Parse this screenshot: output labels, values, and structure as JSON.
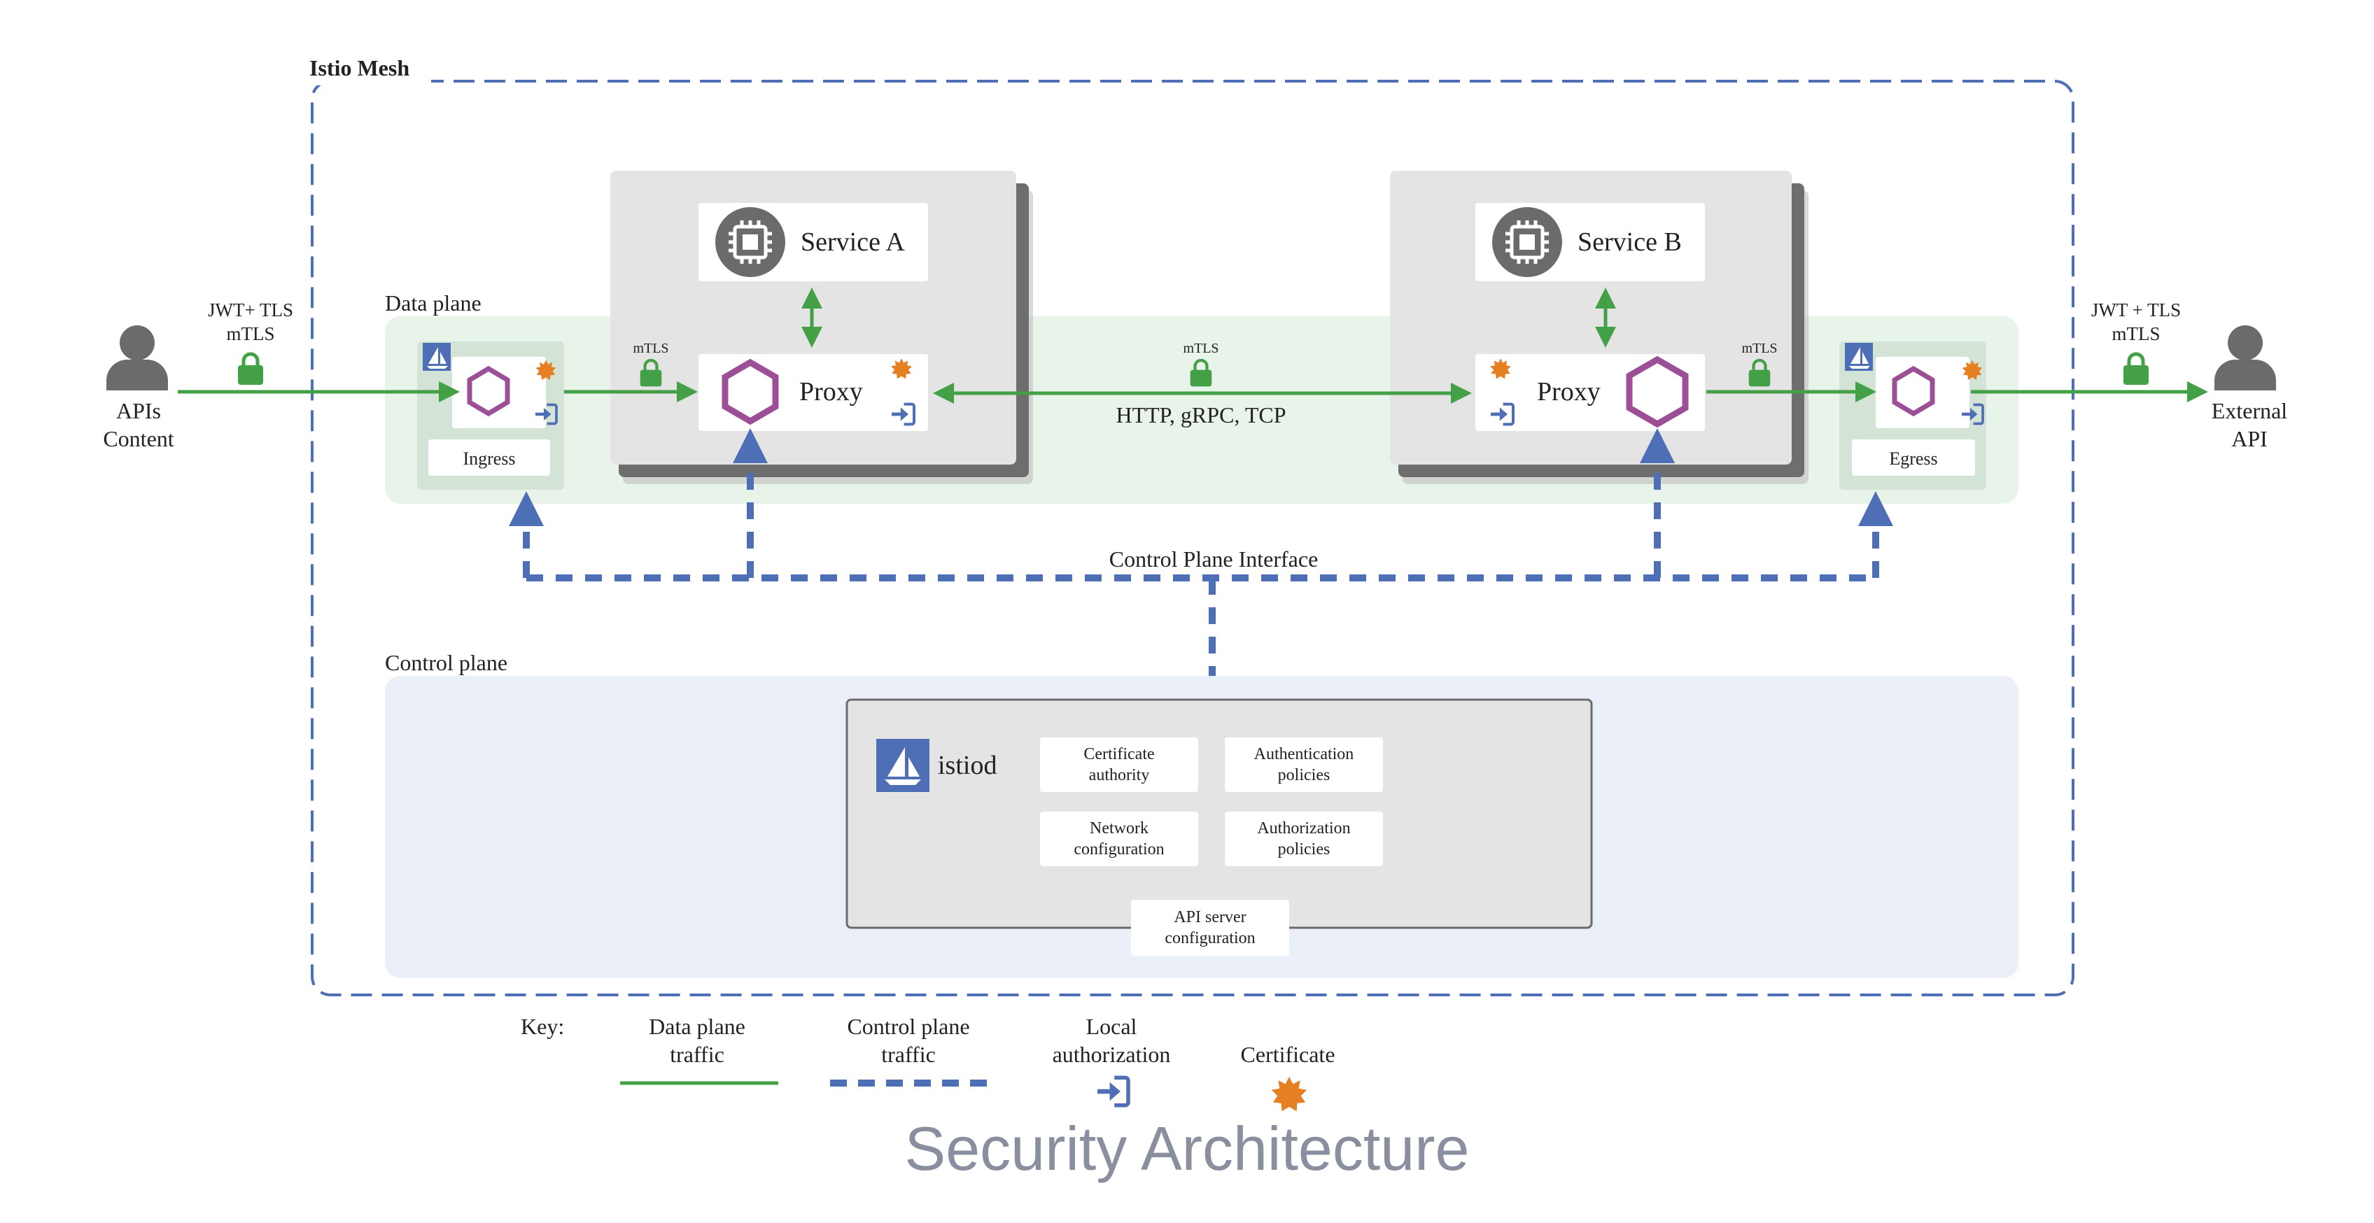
{
  "mesh": {
    "title": "Istio Mesh"
  },
  "data_plane": {
    "label": "Data plane"
  },
  "control_plane": {
    "label": "Control plane"
  },
  "control_plane_interface": {
    "label": "Control Plane Interface"
  },
  "clients": {
    "left": {
      "line1": "APIs",
      "line2": "Content",
      "sec_line1": "JWT+ TLS",
      "sec_line2": "mTLS"
    },
    "right": {
      "line1": "External",
      "line2": "API",
      "sec_line1": "JWT + TLS",
      "sec_line2": "mTLS"
    }
  },
  "services": {
    "a": {
      "label": "Service A"
    },
    "b": {
      "label": "Service B"
    }
  },
  "gateways": {
    "ingress": {
      "label": "Ingress"
    },
    "egress": {
      "label": "Egress"
    }
  },
  "proxies": {
    "a": {
      "label": "Proxy"
    },
    "b": {
      "label": "Proxy"
    }
  },
  "links": {
    "ingress_mtls": "mTLS",
    "mesh_mtls": "mTLS",
    "egress_mtls": "mTLS",
    "protocols": "HTTP, gRPC, TCP"
  },
  "istiod": {
    "label": "istiod",
    "cards": [
      {
        "line1": "Certificate",
        "line2": "authority"
      },
      {
        "line1": "Authentication",
        "line2": "policies"
      },
      {
        "line1": "Network",
        "line2": "configuration"
      },
      {
        "line1": "Authorization",
        "line2": "policies"
      }
    ],
    "api_server": {
      "line1": "API server",
      "line2": "configuration"
    }
  },
  "key": {
    "title": "Key:",
    "data_plane": {
      "line1": "Data plane",
      "line2": "traffic"
    },
    "control_plane": {
      "line1": "Control plane",
      "line2": "traffic"
    },
    "local_auth": {
      "line1": "Local",
      "line2": "authorization"
    },
    "certificate": {
      "line1": "Certificate"
    }
  },
  "caption": "Security Architecture",
  "colors": {
    "green": "#43a047",
    "blue_dash": "#4e6eb5",
    "purple_hex": "#9c4f96",
    "orange_cert": "#e67e22",
    "service_bg": "#e4e4e4",
    "data_plane_bg": "#e8f3ea",
    "control_plane_bg": "#ebeff7",
    "caption": "#8a8fa0"
  }
}
